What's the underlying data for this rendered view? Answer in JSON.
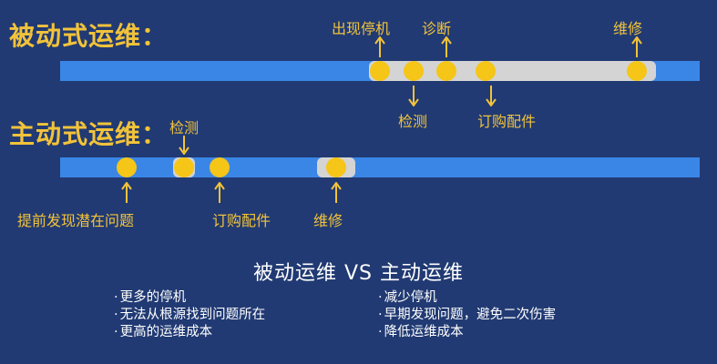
{
  "passive": {
    "title": "被动式运维：",
    "labels": {
      "shutdown": "出现停机",
      "diagnose": "诊断",
      "repair": "维修",
      "detect": "检测",
      "order_parts": "订购配件"
    }
  },
  "active": {
    "title": "主动式运维：",
    "labels": {
      "detect": "检测",
      "early_find": "提前发现潜在问题",
      "order_parts": "订购配件",
      "repair": "维修"
    }
  },
  "comparison": {
    "title": "被动运维 VS 主动运维",
    "passive_points": [
      "更多的停机",
      "无法从根源找到问题所在",
      "更高的运维成本"
    ],
    "active_points": [
      "减少停机",
      "早期发现问题，避免二次伤害",
      "降低运维成本"
    ]
  },
  "colors": {
    "background": "#213a73",
    "timeline": "#3a86e6",
    "segment": "#d4d4d4",
    "marker": "#f5c518",
    "label": "#f2c33a"
  }
}
